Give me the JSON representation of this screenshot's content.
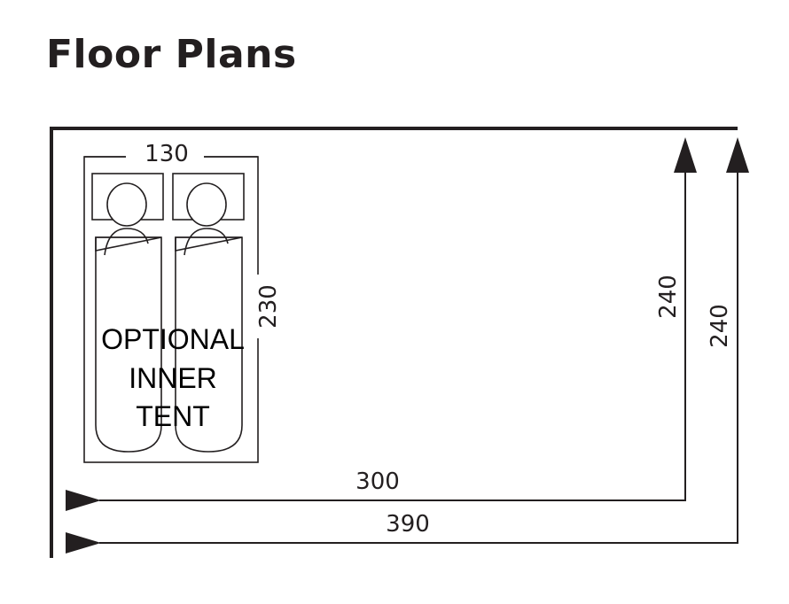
{
  "title": "Floor Plans",
  "inner_tent": {
    "label_lines": [
      "OPTIONAL",
      "INNER",
      "TENT"
    ],
    "width": "130",
    "length": "230"
  },
  "dimensions": {
    "length_inner": "300",
    "length_outer": "390",
    "width_inner": "240",
    "width_outer": "240"
  },
  "colors": {
    "line": "#231f20",
    "label": "#000000"
  }
}
